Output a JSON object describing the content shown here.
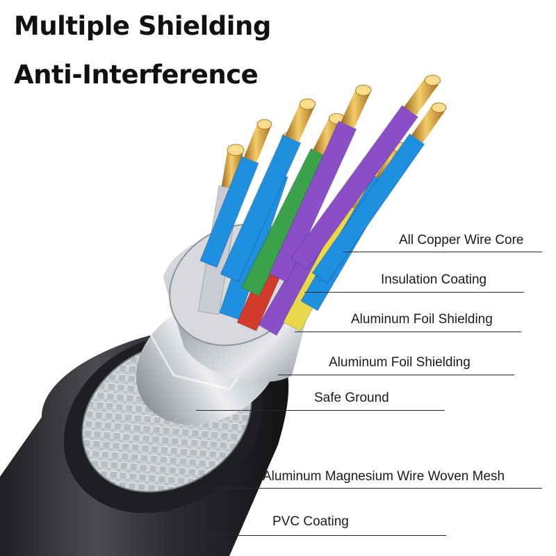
{
  "title": {
    "line1": "Multiple Shielding",
    "line2": "Anti-Interference"
  },
  "callouts": [
    {
      "id": "copper",
      "label": "All Copper Wire Core"
    },
    {
      "id": "insulation",
      "label": "Insulation Coating"
    },
    {
      "id": "foil1",
      "label": "Aluminum Foil Shielding"
    },
    {
      "id": "foil2",
      "label": "Aluminum Foil Shielding"
    },
    {
      "id": "ground",
      "label": "Safe Ground"
    },
    {
      "id": "mesh",
      "label": "Aluminum Magnesium Wire Woven Mesh"
    },
    {
      "id": "pvc",
      "label": "PVC Coating"
    }
  ],
  "colors": {
    "copper": "#d9a441",
    "blue_insulation": "#1f8fe0",
    "purple_insulation": "#8a4fc6",
    "red_insulation": "#d23a2c",
    "yellow_insulation": "#e8d84a",
    "green_insulation": "#3aa24a",
    "foil": "#c9ccd2",
    "pvc": "#2b2d31"
  }
}
